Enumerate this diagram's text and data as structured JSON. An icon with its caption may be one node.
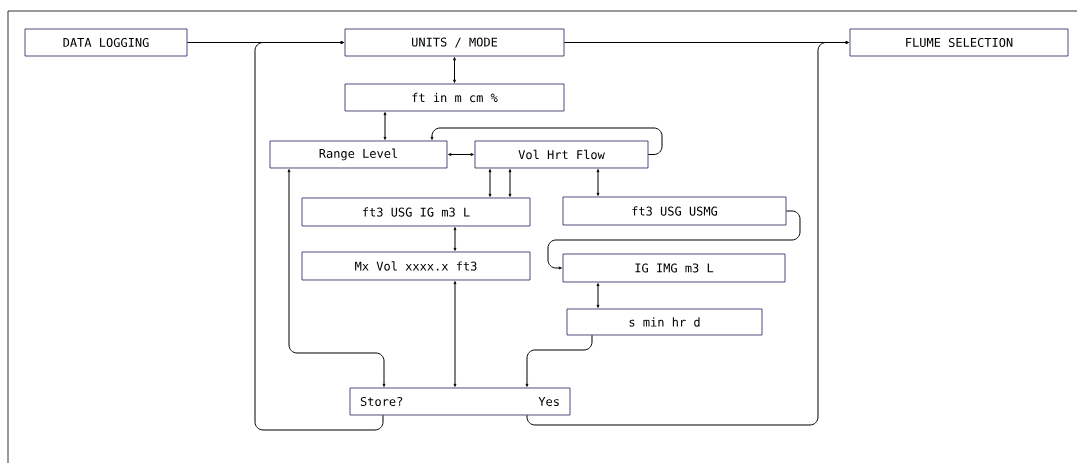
{
  "diagram": {
    "nodes": [
      {
        "text": [
          "DATA LOGGING"
        ]
      },
      {
        "text": [
          "UNITS / MODE"
        ]
      },
      {
        "text": [
          "ft  in  m  cm %"
        ]
      },
      {
        "text": [
          "Range  Level"
        ]
      },
      {
        "text": [
          "Vol Hrt Flow"
        ]
      },
      {
        "text": [
          "ft3 USG IG m3 L"
        ]
      },
      {
        "text": [
          "ft3  USG  USMG"
        ]
      },
      {
        "text": [
          "Mx Vol xxxx.x ft3"
        ]
      },
      {
        "text": [
          "IG  IMG  m3  L"
        ]
      },
      {
        "text": [
          "s  min  hr  d"
        ]
      },
      {
        "text": [
          "Store?",
          "Yes"
        ]
      },
      {
        "text": [
          "FLUME SELECTION"
        ]
      }
    ],
    "edges": [
      {
        "from": 0,
        "to": 1,
        "arrow": "to"
      },
      {
        "from": 1,
        "to": 11,
        "arrow": "to"
      },
      {
        "from": 1,
        "to": 2,
        "arrow": "both"
      },
      {
        "from": 2,
        "to": 3,
        "arrow": "both"
      },
      {
        "from": 3,
        "to": 4,
        "arrow": "both"
      },
      {
        "from": 4,
        "to": 3,
        "arrow": "to"
      },
      {
        "from": 4,
        "to": 5,
        "arrow": "both"
      },
      {
        "from": 4,
        "to": 5,
        "arrow": "both"
      },
      {
        "from": 4,
        "to": 6,
        "arrow": "both"
      },
      {
        "from": 5,
        "to": 7,
        "arrow": "both"
      },
      {
        "from": 6,
        "to": 8,
        "arrow": "to"
      },
      {
        "from": 8,
        "to": 9,
        "arrow": "both"
      },
      {
        "from": 9,
        "to": 10,
        "arrow": "to"
      },
      {
        "from": 7,
        "to": 10,
        "arrow": "both"
      },
      {
        "from": 3,
        "to": 10,
        "arrow": "both"
      },
      {
        "from": 10,
        "to": 1,
        "arrow": "to"
      },
      {
        "from": 10,
        "to": 11,
        "arrow": "to"
      }
    ]
  }
}
